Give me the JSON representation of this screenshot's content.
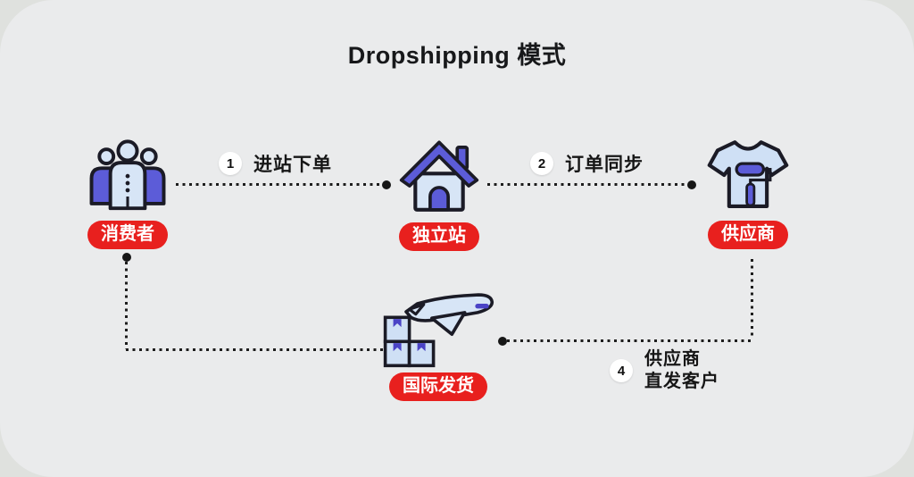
{
  "title": "Dropshipping 模式",
  "nodes": {
    "consumer": {
      "label": "消费者",
      "icon": "people-icon"
    },
    "store": {
      "label": "独立站",
      "icon": "house-icon"
    },
    "supplier": {
      "label": "供应商",
      "icon": "tshirt-paint-roller-icon"
    },
    "shipping": {
      "label": "国际发货",
      "icon": "airplane-boxes-icon"
    }
  },
  "steps": [
    {
      "number": "1",
      "label": "进站下单"
    },
    {
      "number": "2",
      "label": "订单同步"
    },
    {
      "number": "4",
      "label_line1": "供应商",
      "label_line2": "直发客户"
    }
  ],
  "colors": {
    "background": "#eaebec",
    "label_red": "#e8201e",
    "icon_purple": "#5c5cd8",
    "icon_light_blue": "#d7e5f6",
    "outline_dark": "#1b1b26",
    "dotted_line": "#1d1d1d"
  }
}
